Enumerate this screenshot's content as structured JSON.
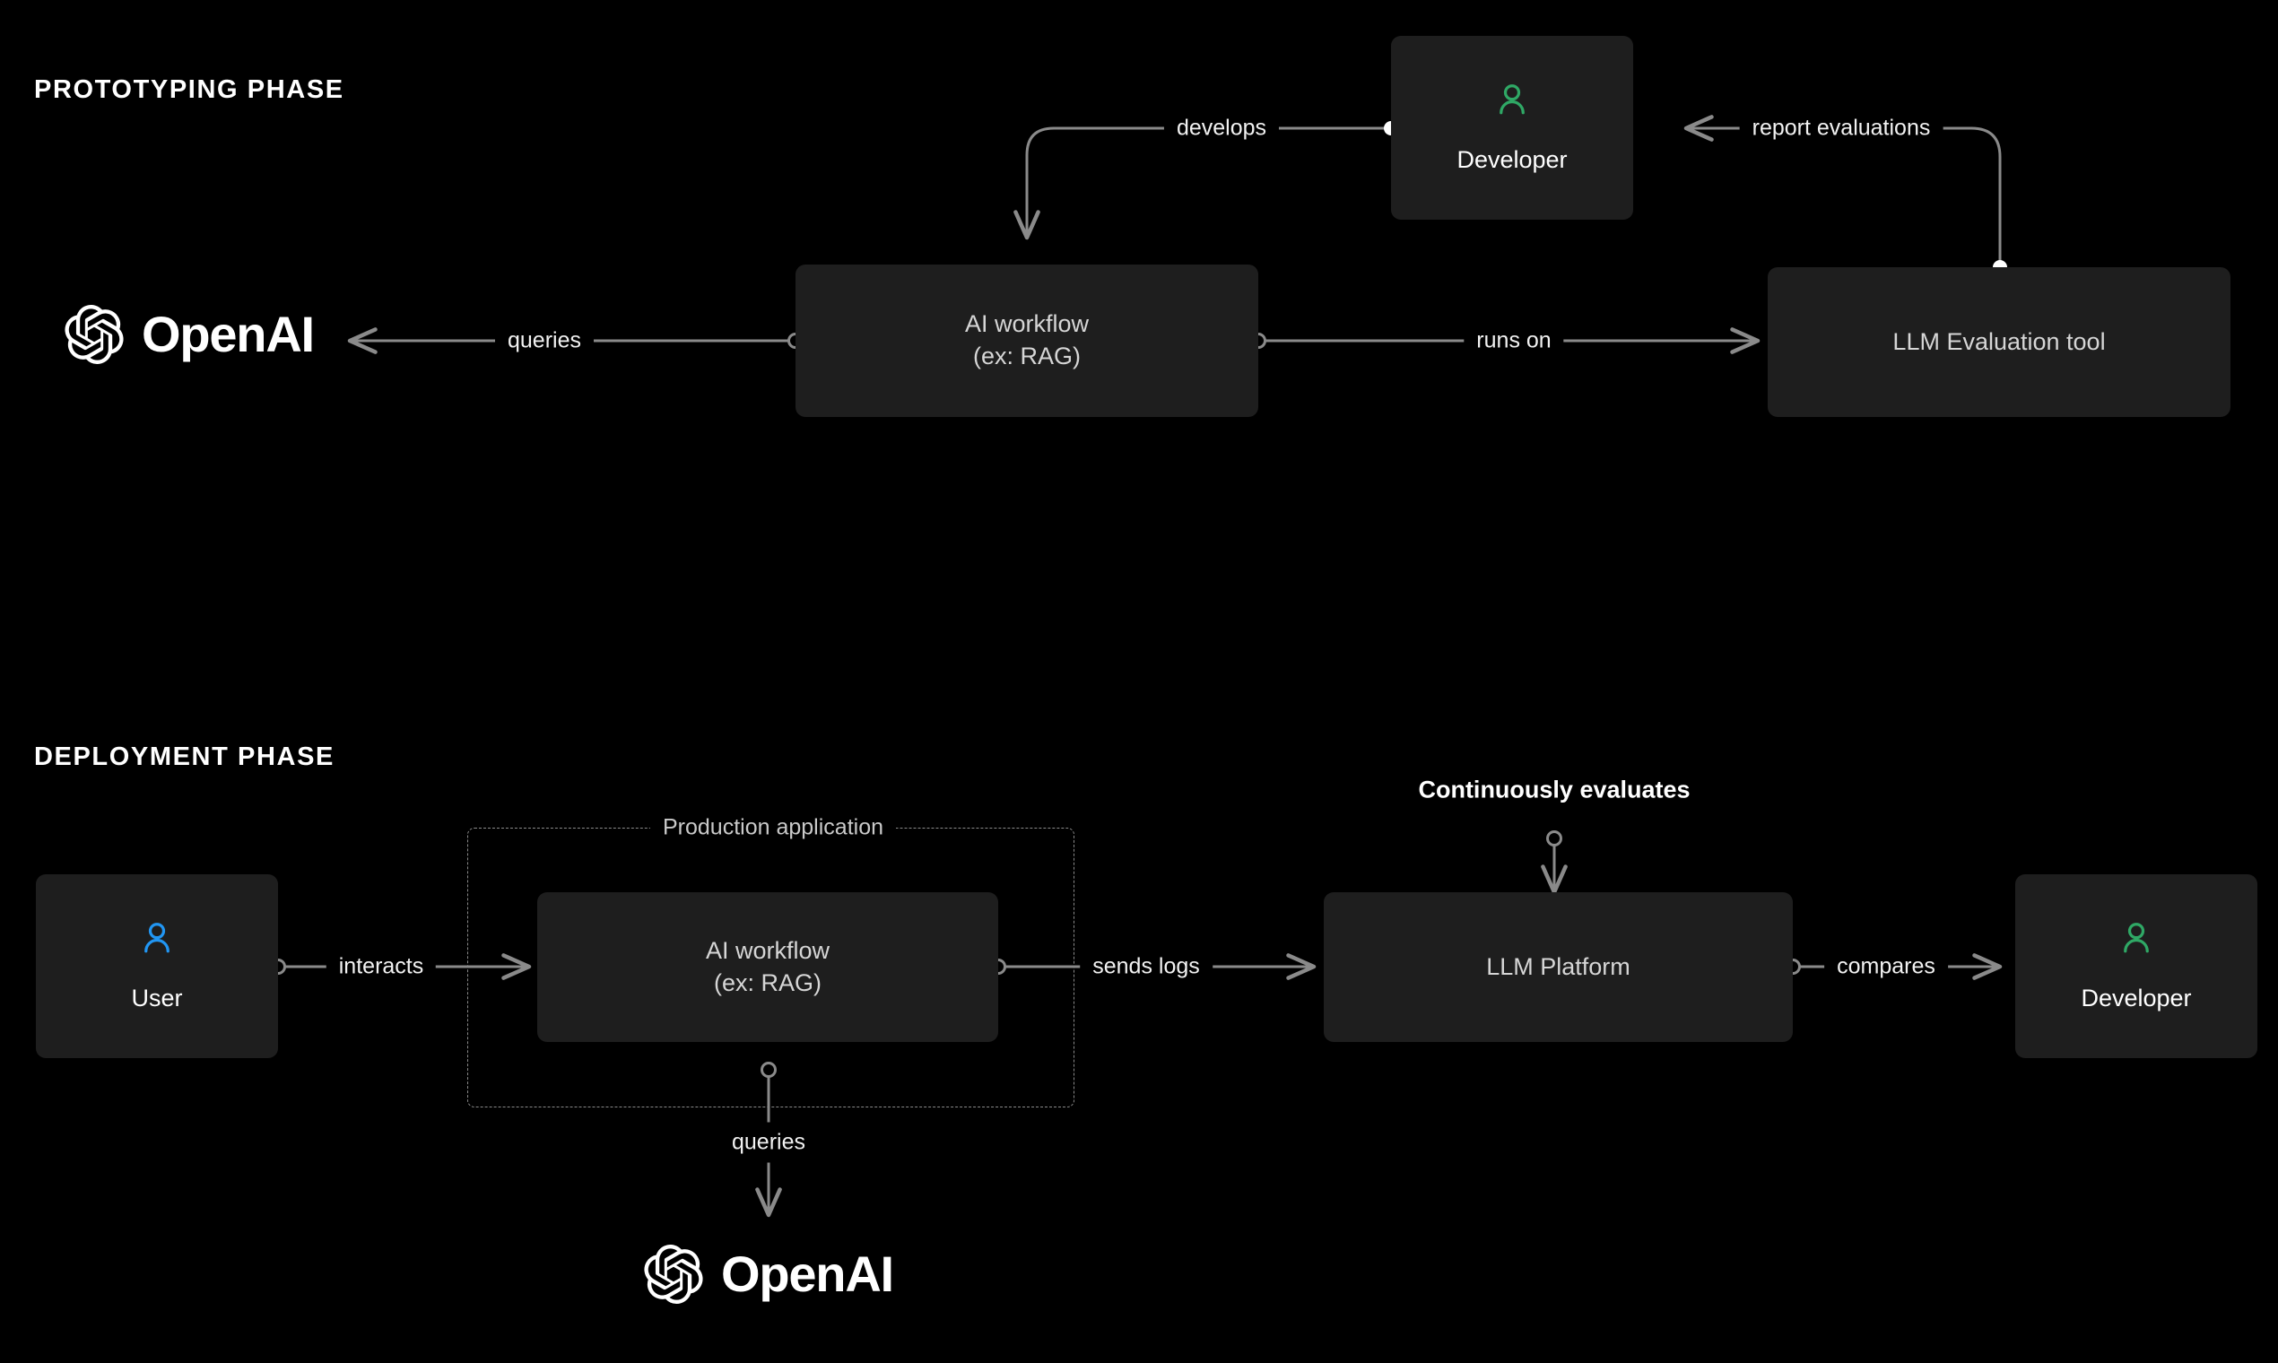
{
  "diagram": {
    "background": "#000000",
    "node_fill": "#1e1e1e",
    "edge_color": "#8a8a8a",
    "developer_icon_color": "#2fa865",
    "user_icon_color": "#2196f3",
    "sections": [
      {
        "id": "prototyping",
        "title": "PROTOTYPING PHASE"
      },
      {
        "id": "deployment",
        "title": "DEPLOYMENT PHASE"
      }
    ],
    "prototyping": {
      "brand": {
        "name": "OpenAI",
        "icon": "openai-logo-icon"
      },
      "nodes": [
        {
          "id": "ai-workflow",
          "label": "AI workflow\n(ex: RAG)",
          "icon": null
        },
        {
          "id": "developer",
          "label": "Developer",
          "icon": "person-icon"
        },
        {
          "id": "eval-tool",
          "label": "LLM Evaluation tool",
          "icon": null
        }
      ],
      "edges": [
        {
          "id": "queries",
          "label": "queries",
          "from": "ai-workflow",
          "to": "openai"
        },
        {
          "id": "develops",
          "label": "develops",
          "from": "developer",
          "to": "ai-workflow"
        },
        {
          "id": "runs-on",
          "label": "runs on",
          "from": "ai-workflow",
          "to": "eval-tool"
        },
        {
          "id": "report-evaluations",
          "label": "report evaluations",
          "from": "eval-tool",
          "to": "developer"
        }
      ]
    },
    "deployment": {
      "brand": {
        "name": "OpenAI",
        "icon": "openai-logo-icon"
      },
      "group": {
        "id": "production-application",
        "label": "Production application"
      },
      "nodes": [
        {
          "id": "user",
          "label": "User",
          "icon": "person-icon"
        },
        {
          "id": "ai-workflow-2",
          "label": "AI workflow\n(ex: RAG)",
          "icon": null
        },
        {
          "id": "llm-platform",
          "label": "LLM Platform",
          "icon": null
        },
        {
          "id": "developer-2",
          "label": "Developer",
          "icon": "person-icon"
        }
      ],
      "edges": [
        {
          "id": "interacts",
          "label": "interacts",
          "from": "user",
          "to": "ai-workflow-2"
        },
        {
          "id": "sends-logs",
          "label": "sends logs",
          "from": "ai-workflow-2",
          "to": "llm-platform"
        },
        {
          "id": "compares",
          "label": "compares",
          "from": "llm-platform",
          "to": "developer-2"
        },
        {
          "id": "queries-2",
          "label": "queries",
          "from": "ai-workflow-2",
          "to": "openai-2"
        },
        {
          "id": "continuously-evaluates",
          "label": "Continuously evaluates",
          "from": null,
          "to": "llm-platform",
          "emphasis": true
        }
      ]
    }
  }
}
